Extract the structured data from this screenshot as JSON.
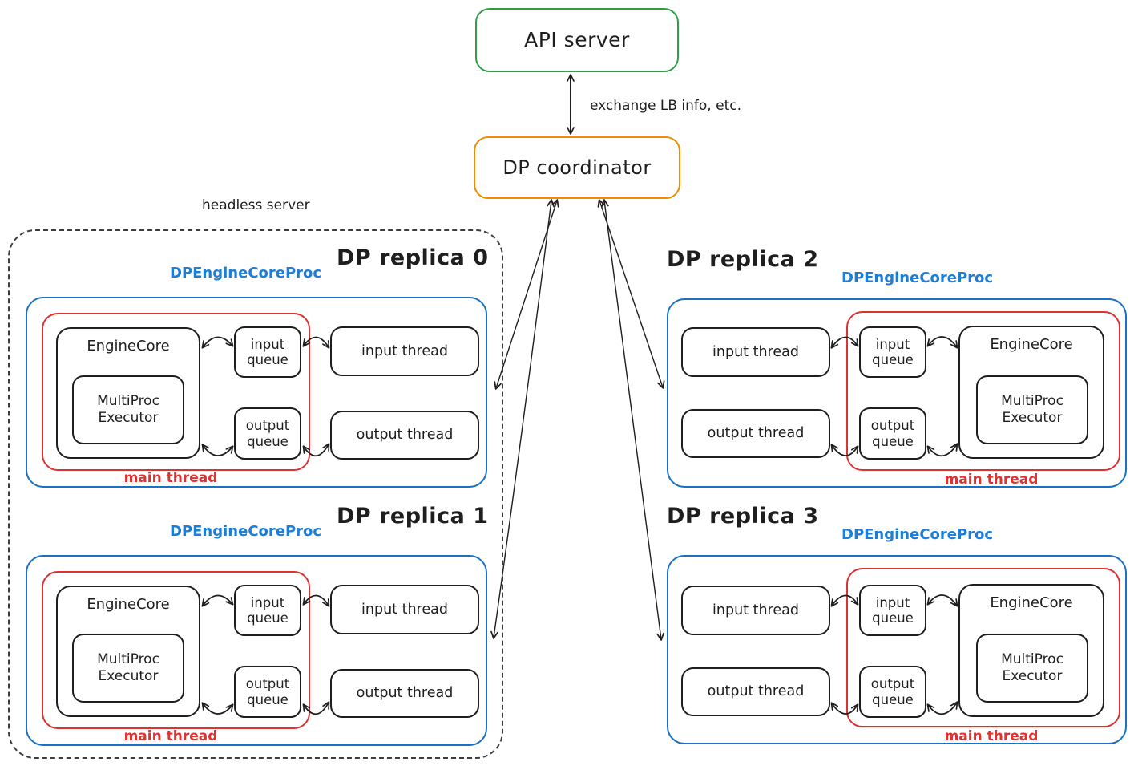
{
  "api_server": {
    "label": "API server"
  },
  "coordinator": {
    "label": "DP coordinator"
  },
  "link_label": "exchange LB info, etc.",
  "headless_server": {
    "label": "headless server"
  },
  "replicas": [
    {
      "title": "DP replica 0",
      "orientation": "engine-left",
      "inside_headless": true
    },
    {
      "title": "DP replica 1",
      "orientation": "engine-left",
      "inside_headless": true
    },
    {
      "title": "DP replica 2",
      "orientation": "engine-right",
      "inside_headless": false
    },
    {
      "title": "DP replica 3",
      "orientation": "engine-right",
      "inside_headless": false
    }
  ],
  "shared": {
    "proc_label": "DPEngineCoreProc",
    "engine_core": "EngineCore",
    "multiproc_executor": "MultiProc Executor",
    "input_queue": "input queue",
    "output_queue": "output queue",
    "input_thread": "input thread",
    "output_thread": "output thread",
    "main_thread": "main thread"
  },
  "edges": [
    {
      "from": "API server",
      "to": "DP coordinator",
      "bidirectional": true,
      "label": "exchange LB info, etc."
    },
    {
      "from": "DP coordinator",
      "to": "DP replica 0",
      "bidirectional": true
    },
    {
      "from": "DP coordinator",
      "to": "DP replica 1",
      "bidirectional": true
    },
    {
      "from": "DP coordinator",
      "to": "DP replica 2",
      "bidirectional": true
    },
    {
      "from": "DP coordinator",
      "to": "DP replica 3",
      "bidirectional": true
    }
  ],
  "replica_internal_edges": [
    {
      "from": "EngineCore",
      "to": "input queue",
      "bidirectional": true
    },
    {
      "from": "input queue",
      "to": "input thread",
      "bidirectional": true
    },
    {
      "from": "EngineCore",
      "to": "output queue",
      "bidirectional": true
    },
    {
      "from": "output queue",
      "to": "output thread",
      "bidirectional": true
    }
  ],
  "colors": {
    "green": "#2f9e44",
    "orange": "#f08c00",
    "blue": "#1971c2",
    "blue_text": "#1c7ed6",
    "red": "#e03131",
    "ink": "#1e1e1e"
  }
}
